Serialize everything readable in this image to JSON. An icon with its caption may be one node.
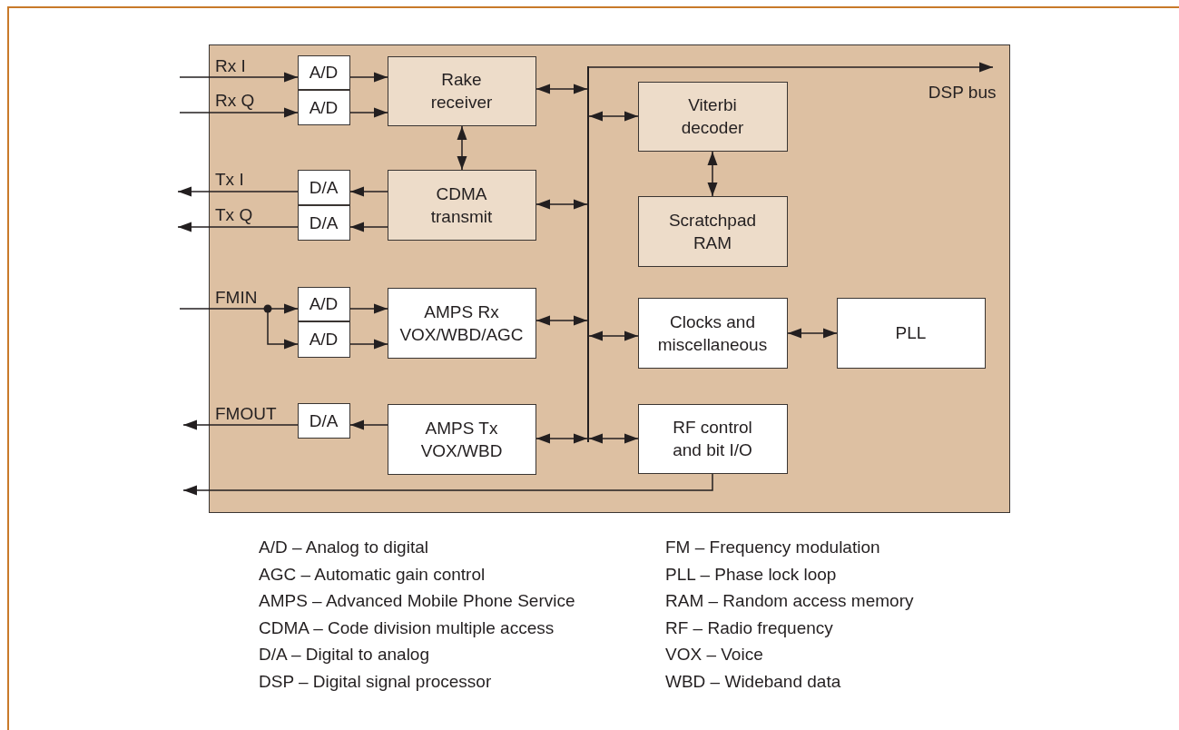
{
  "diagram": {
    "nodes": [
      {
        "text": [],
        "shape": "box"
      },
      {
        "text": [
          "A/D"
        ],
        "in": 0
      },
      {
        "text": [
          "A/D"
        ],
        "in": 0
      },
      {
        "text": [
          "Rake receiver"
        ],
        "in": 0
      },
      {
        "text": [
          "D/A"
        ],
        "in": 0
      },
      {
        "text": [
          "D/A"
        ],
        "in": 0
      },
      {
        "text": [
          "CDMA transmit"
        ],
        "in": 0
      },
      {
        "text": [
          "A/D"
        ],
        "in": 0
      },
      {
        "text": [
          "A/D"
        ],
        "in": 0
      },
      {
        "text": [
          "AMPS Rx VOX/WBD/AGC"
        ],
        "in": 0
      },
      {
        "text": [
          "D/A"
        ],
        "in": 0
      },
      {
        "text": [
          "AMPS Tx VOX/WBD"
        ],
        "in": 0
      },
      {
        "text": [],
        "shape": "bar",
        "in": 0
      },
      {
        "text": [
          "Viterbi decoder"
        ],
        "in": 0
      },
      {
        "text": [
          "Scratchpad RAM"
        ],
        "in": 0
      },
      {
        "text": [
          "Clocks and miscellaneous"
        ],
        "in": 0
      },
      {
        "text": [
          "PLL"
        ],
        "in": 0
      },
      {
        "text": [
          "RF control and bit I/O"
        ],
        "in": 0
      },
      {
        "text": [
          "DSP bus"
        ],
        "in": 0
      }
    ],
    "edges": [
      {
        "from": null,
        "to": 1,
        "arrow": "to",
        "label": "Rx I"
      },
      {
        "from": null,
        "to": 2,
        "arrow": "to",
        "label": "Rx Q"
      },
      {
        "from": 1,
        "to": 3,
        "arrow": "to"
      },
      {
        "from": 2,
        "to": 3,
        "arrow": "to"
      },
      {
        "from": 3,
        "to": 6,
        "arrow": "both"
      },
      {
        "from": 6,
        "to": 4,
        "arrow": "to"
      },
      {
        "from": 6,
        "to": 5,
        "arrow": "to"
      },
      {
        "from": 4,
        "to": null,
        "arrow": "to",
        "label": "Tx I"
      },
      {
        "from": 5,
        "to": null,
        "arrow": "to",
        "label": "Tx Q"
      },
      {
        "from": null,
        "to": 7,
        "arrow": "to",
        "label": "FMIN"
      },
      {
        "from": null,
        "to": 8,
        "arrow": "to"
      },
      {
        "from": 7,
        "to": 9,
        "arrow": "to"
      },
      {
        "from": 8,
        "to": 9,
        "arrow": "to"
      },
      {
        "from": 11,
        "to": 10,
        "arrow": "to"
      },
      {
        "from": 10,
        "to": null,
        "arrow": "to",
        "label": "FMOUT"
      },
      {
        "from": 3,
        "to": 12,
        "arrow": "both"
      },
      {
        "from": 6,
        "to": 12,
        "arrow": "both"
      },
      {
        "from": 9,
        "to": 12,
        "arrow": "both"
      },
      {
        "from": 11,
        "to": 12,
        "arrow": "both"
      },
      {
        "from": 12,
        "to": 13,
        "arrow": "both"
      },
      {
        "from": 12,
        "to": 15,
        "arrow": "both"
      },
      {
        "from": 12,
        "to": 17,
        "arrow": "both"
      },
      {
        "from": 13,
        "to": 14,
        "arrow": "both"
      },
      {
        "from": 15,
        "to": 16,
        "arrow": "both"
      },
      {
        "from": 12,
        "to": 18,
        "arrow": "to"
      },
      {
        "from": 17,
        "to": null,
        "arrow": "to"
      }
    ],
    "labels": [
      "A/D – Analog to digital",
      "AGC – Automatic gain control",
      "AMPS – Advanced Mobile Phone Service",
      "CDMA – Code division multiple access",
      "D/A – Digital to analog",
      "DSP – Digital signal processor",
      "FM – Frequency modulation",
      "PLL – Phase lock loop",
      "RAM – Random access memory",
      "RF – Radio frequency",
      "VOX – Voice",
      "WBD – Wideband data"
    ]
  }
}
